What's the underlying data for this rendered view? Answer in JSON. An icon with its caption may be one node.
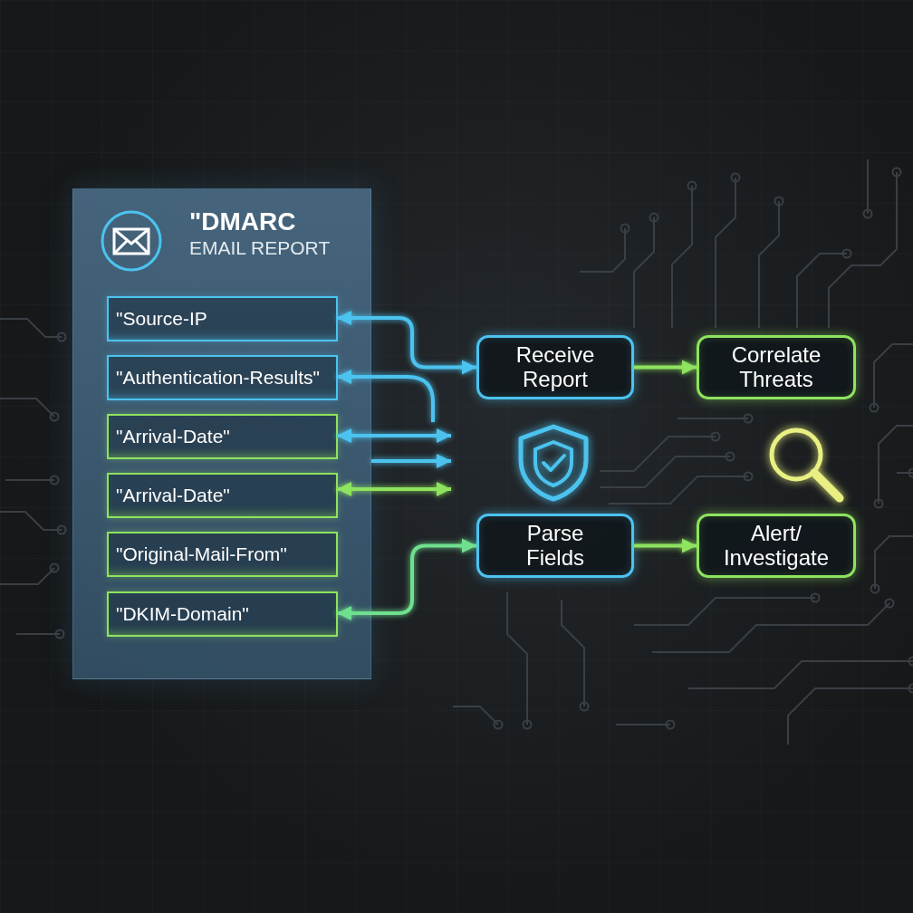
{
  "diagram": {
    "nodes": [
      {
        "text": [
          "\"DMARC",
          "EMAIL REPORT"
        ]
      },
      {
        "text": [
          "\"Source-IP"
        ],
        "in": 0
      },
      {
        "text": [
          "\"Authentication-Results\""
        ],
        "in": 0
      },
      {
        "text": [
          "\"Arrival-Date\""
        ],
        "in": 0
      },
      {
        "text": [
          "\"Arrival-Date\""
        ],
        "in": 0
      },
      {
        "text": [
          "\"Original-Mail-From\""
        ],
        "in": 0
      },
      {
        "text": [
          "\"DKIM-Domain\""
        ],
        "in": 0
      },
      {
        "text": [
          "Receive Report"
        ]
      },
      {
        "text": [
          "Correlate Threats"
        ]
      },
      {
        "text": [
          "Parse Fields"
        ]
      },
      {
        "text": [
          "Alert/ Investigate"
        ]
      }
    ],
    "edges": [
      {
        "from": 7,
        "to": 1,
        "arrow": "both"
      },
      {
        "from": null,
        "to": 2,
        "arrow": "to"
      },
      {
        "from": 3,
        "to": null,
        "arrow": "both"
      },
      {
        "from": 0,
        "to": null,
        "arrow": "to"
      },
      {
        "from": 4,
        "to": null,
        "arrow": "both",
        "color": "#8ee35f"
      },
      {
        "from": 6,
        "to": 9,
        "arrow": "both",
        "color": "#6fe08e"
      },
      {
        "from": 7,
        "to": 8,
        "arrow": "to",
        "color": "#8ee35f"
      },
      {
        "from": 9,
        "to": 10,
        "arrow": "to",
        "color": "#8ee35f"
      }
    ]
  }
}
